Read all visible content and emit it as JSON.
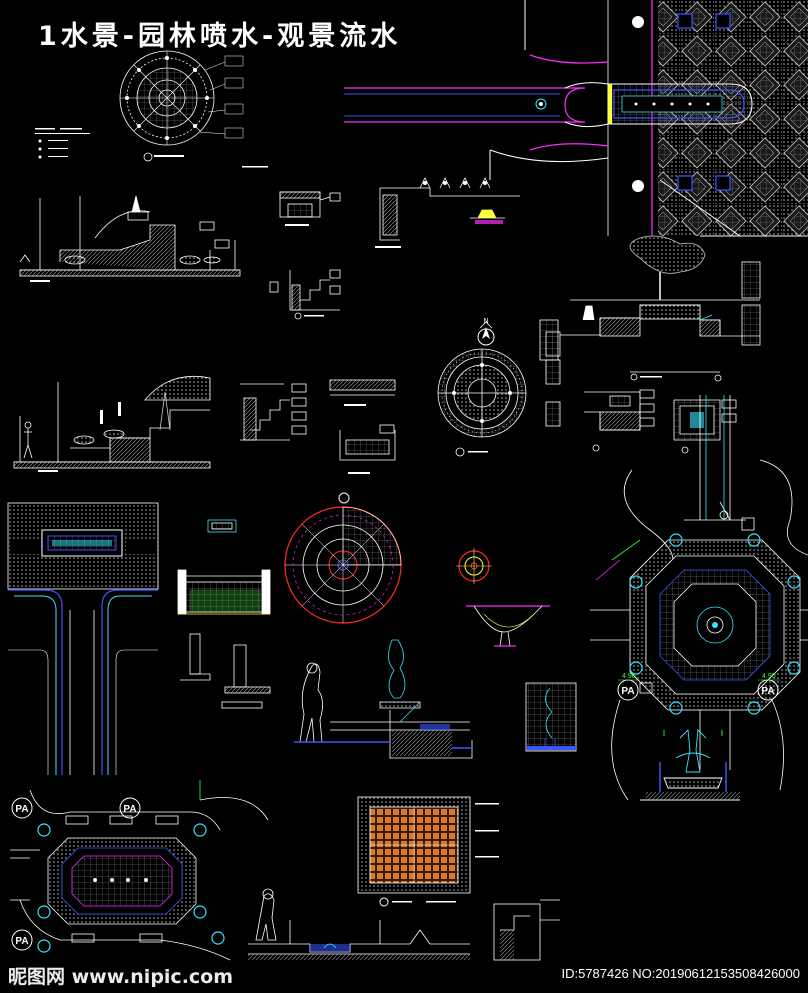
{
  "header": {
    "title": "1水景-园林喷水-观景流水"
  },
  "labels": {
    "pa_marker": "PA",
    "level_1": "4.90",
    "level_2": "4.90",
    "compass": "N"
  },
  "watermark": {
    "left": "昵图网 www.nipic.com",
    "right": "ID:5787426 NO:20190612153508426000"
  },
  "colors": {
    "background": "#000000",
    "magenta": "#ff2bff",
    "cyan": "#32e6ff",
    "yellow": "#ffff3c",
    "green": "#3cff3c",
    "red": "#ff2a2a",
    "blue": "#3a55ff",
    "white": "#ffffff",
    "orange": "#d87a2e"
  }
}
